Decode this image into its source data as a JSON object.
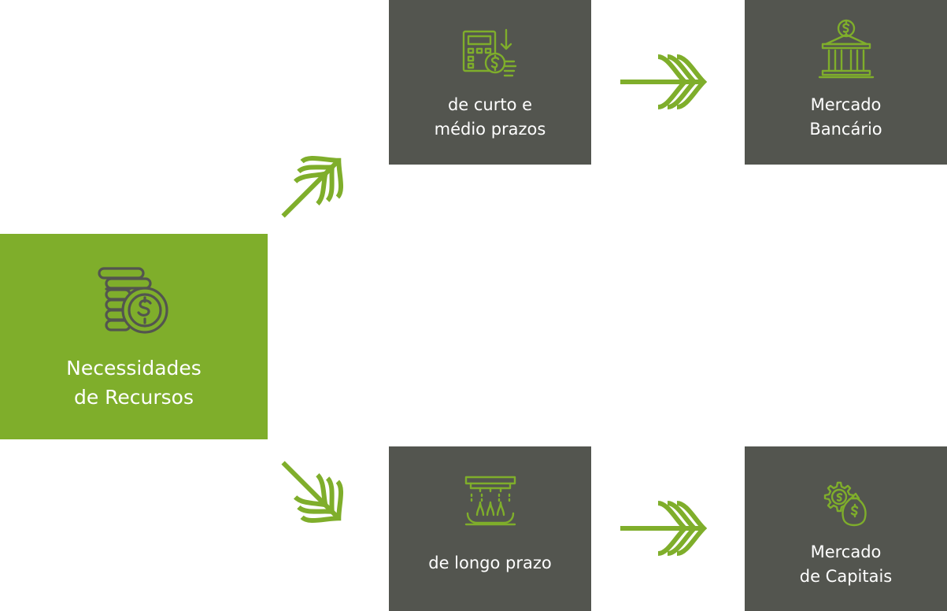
{
  "source": {
    "label_lines": [
      "Necessidades",
      "de Recursos"
    ],
    "icon": "coins-dollar-icon"
  },
  "short_term": {
    "label_lines": [
      "de curto e",
      "médio prazos"
    ],
    "icon": "calculator-coin-icon"
  },
  "long_term": {
    "label_lines": [
      "de longo prazo"
    ],
    "icon": "hydroponic-growth-icon"
  },
  "banking_market": {
    "label_lines": [
      "Mercado",
      "Bancário"
    ],
    "icon": "bank-building-icon"
  },
  "capital_market": {
    "label_lines": [
      "Mercado",
      "de Capitais"
    ],
    "icon": "gear-money-bag-icon"
  },
  "colors": {
    "green": "#7fae2b",
    "dark": "#53554f",
    "text": "#ffffff"
  }
}
